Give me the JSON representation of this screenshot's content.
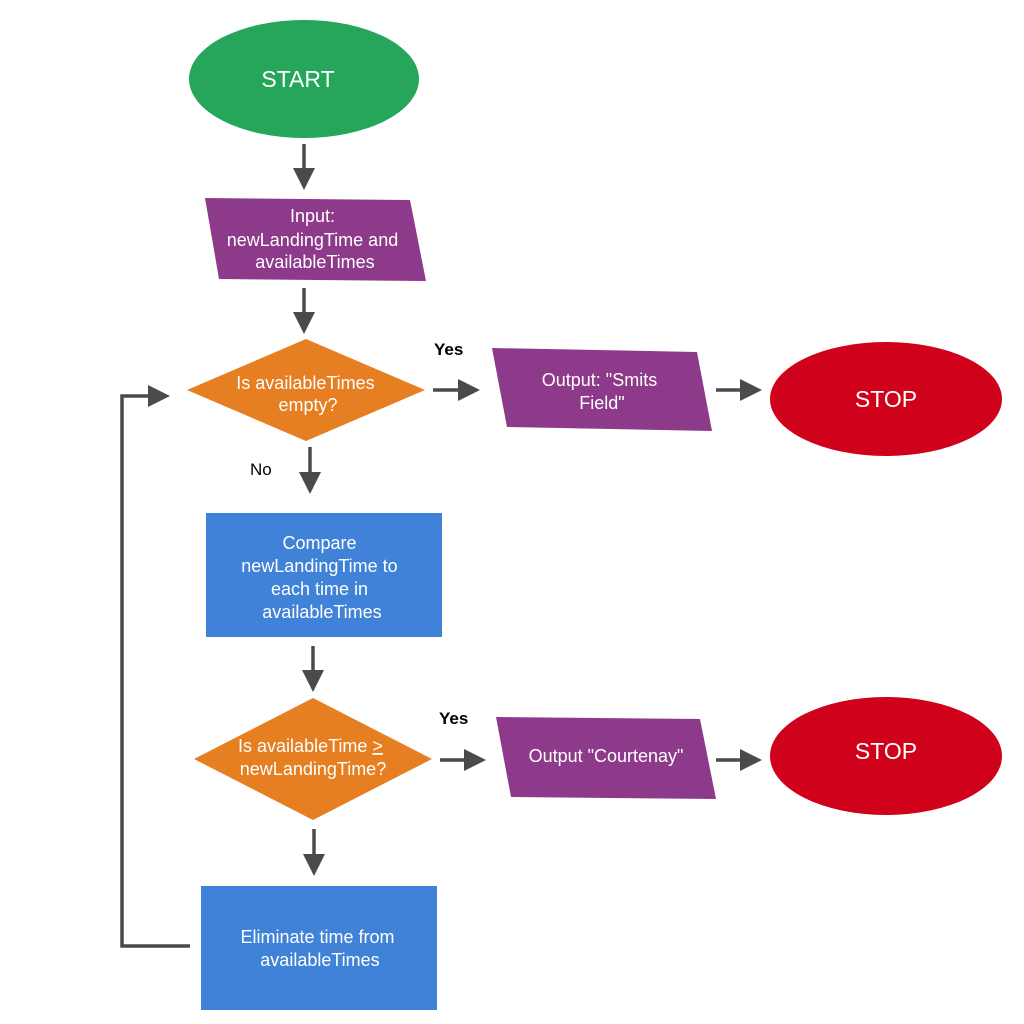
{
  "colors": {
    "terminal_start": "#26a65b",
    "terminal_stop": "#d0021b",
    "io": "#8e3a8a",
    "decision": "#e67e22",
    "process": "#3f82d8",
    "connector": "#4a4a4a"
  },
  "nodes": {
    "start": {
      "label": "START"
    },
    "input": {
      "lines": [
        "Input:",
        "newLandingTime and",
        "availableTimes"
      ]
    },
    "decision_empty": {
      "lines": [
        "Is availableTimes",
        "empty?"
      ]
    },
    "output_smits": {
      "lines": [
        "Output: \"Smits",
        "Field\""
      ]
    },
    "stop_1": {
      "label": "STOP"
    },
    "compare": {
      "lines": [
        "Compare",
        "newLandingTime to",
        "each time in",
        "availableTimes"
      ]
    },
    "decision_ge": {
      "line1_prefix": "Is availableTime ",
      "line1_symbol": ">",
      "line2": "newLandingTime?"
    },
    "output_courtenay": {
      "label": "Output \"Courtenay\""
    },
    "stop_2": {
      "label": "STOP"
    },
    "eliminate": {
      "lines": [
        "Eliminate time from",
        "availableTimes"
      ]
    }
  },
  "edges": {
    "empty_yes": "Yes",
    "empty_no": "No",
    "ge_yes": "Yes"
  }
}
